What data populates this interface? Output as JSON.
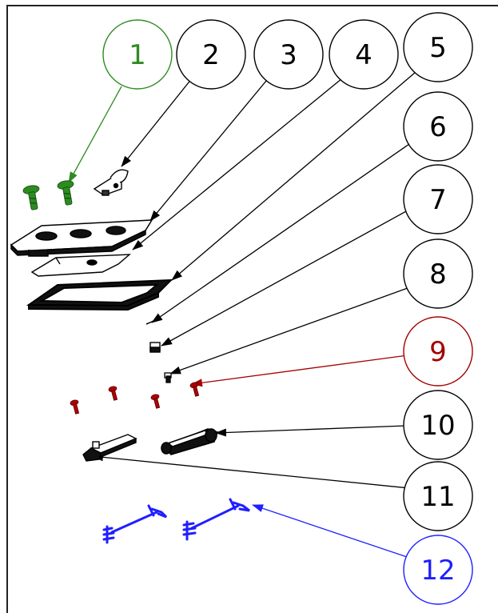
{
  "colors": {
    "default": "#000000",
    "group_green": "#2e8b22",
    "group_red": "#a40000",
    "group_blue": "#1f1fff"
  },
  "balloons": [
    {
      "label": "1",
      "color": "green"
    },
    {
      "label": "2",
      "color": "default"
    },
    {
      "label": "3",
      "color": "default"
    },
    {
      "label": "4",
      "color": "default"
    },
    {
      "label": "5",
      "color": "default"
    },
    {
      "label": "6",
      "color": "default"
    },
    {
      "label": "7",
      "color": "default"
    },
    {
      "label": "8",
      "color": "default"
    },
    {
      "label": "9",
      "color": "red"
    },
    {
      "label": "10",
      "color": "default"
    },
    {
      "label": "11",
      "color": "default"
    },
    {
      "label": "12",
      "color": "blue"
    }
  ]
}
